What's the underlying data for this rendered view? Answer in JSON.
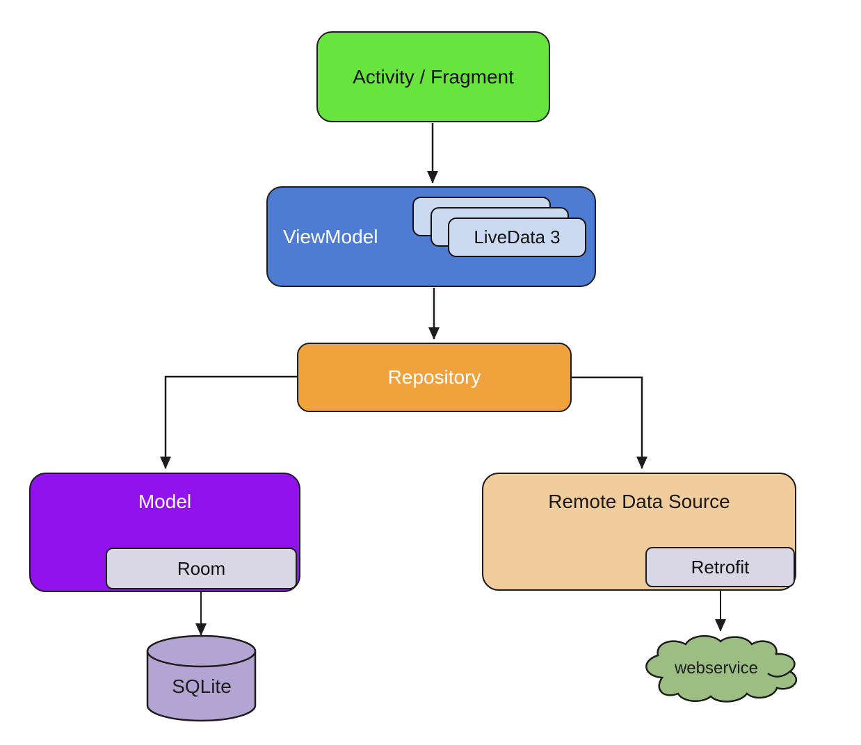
{
  "nodes": {
    "activity_fragment": {
      "label": "Activity / Fragment"
    },
    "viewmodel": {
      "label": "ViewModel"
    },
    "livedata": {
      "label": "LiveData 3",
      "stack_count": 3
    },
    "repository": {
      "label": "Repository"
    },
    "model": {
      "label": "Model"
    },
    "room": {
      "label": "Room"
    },
    "remote_data_source": {
      "label": "Remote Data Source"
    },
    "retrofit": {
      "label": "Retrofit"
    },
    "sqlite": {
      "label": "SQLite"
    },
    "webservice": {
      "label": "webservice"
    }
  },
  "edges": [
    {
      "from": "activity_fragment",
      "to": "viewmodel"
    },
    {
      "from": "viewmodel",
      "to": "repository"
    },
    {
      "from": "repository",
      "to": "model"
    },
    {
      "from": "repository",
      "to": "remote_data_source"
    },
    {
      "from": "room",
      "to": "sqlite"
    },
    {
      "from": "retrofit",
      "to": "webservice"
    }
  ],
  "colors": {
    "activity_fill": "#68e43f",
    "viewmodel_fill": "#4d7cd2",
    "livedata_fill": "#cbd9f1",
    "repository_fill": "#f0a23c",
    "model_fill": "#9212ee",
    "remote_fill": "#f1cc9c",
    "room_fill": "#d9d6e5",
    "retrofit_fill": "#d9d6e5",
    "sqlite_fill": "#b3a5d3",
    "cloud_fill": "#9dbe83",
    "line_color": "#1c1c1c"
  }
}
